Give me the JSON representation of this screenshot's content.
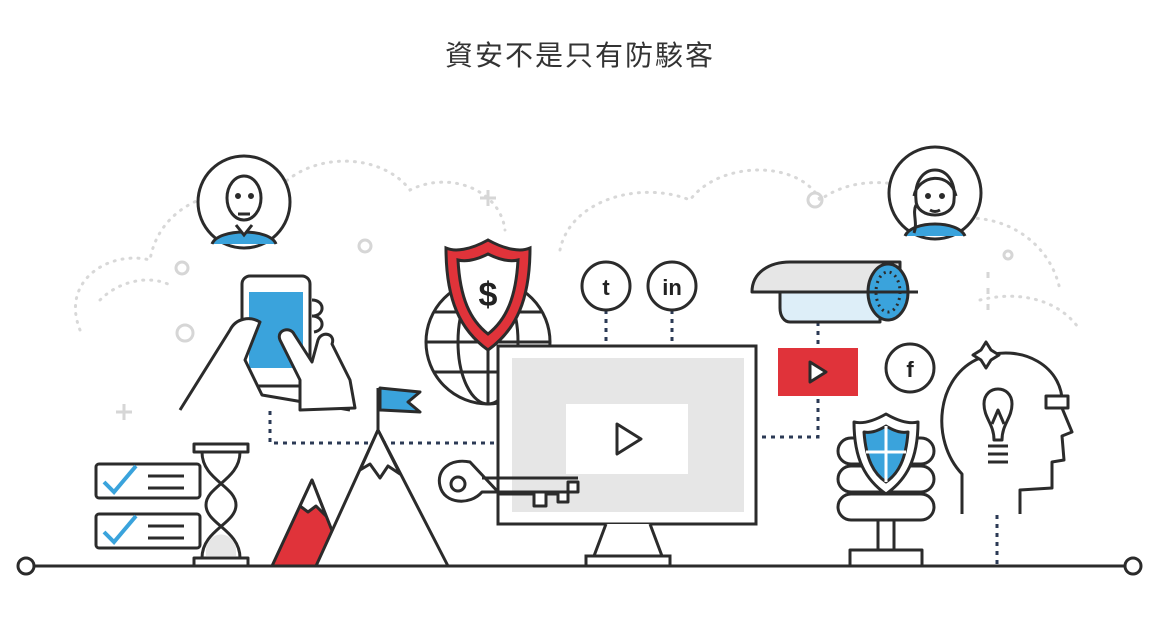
{
  "page": {
    "title": "資安不是只有防駭客"
  },
  "social": {
    "twitter": "t",
    "linkedin": "in",
    "facebook": "f"
  },
  "money": {
    "symbol": "$"
  },
  "icons": [
    "man-avatar-icon",
    "woman-avatar-icon",
    "tablet-hand-icon",
    "shield-dollar-icon",
    "globe-icon",
    "monitor-icon",
    "play-icon",
    "video-play-icon",
    "cctv-camera-icon",
    "server-shield-icon",
    "head-lightbulb-icon",
    "mountain-flag-icon",
    "key-icon",
    "hourglass-icon",
    "checklist-icon"
  ],
  "colors": {
    "stroke": "#2b2b2b",
    "accent_red": "#e0333a",
    "accent_blue": "#3aa3dc",
    "light_gray": "#e6e6e6",
    "dotted_gray": "#d8d8d8"
  }
}
